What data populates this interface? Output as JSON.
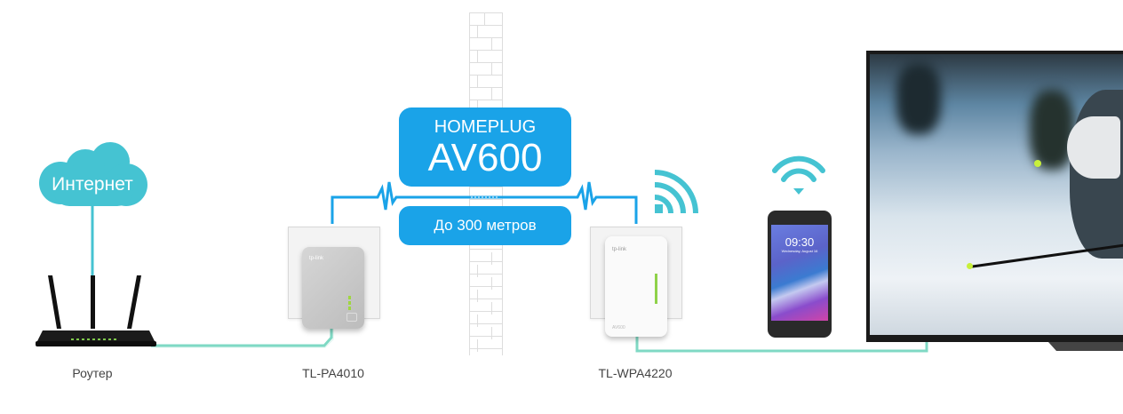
{
  "cloud": {
    "label": "Интернет"
  },
  "router": {
    "label": "Роутер"
  },
  "banner": {
    "line1": "HOMEPLUG",
    "line2": "AV600"
  },
  "range": {
    "label": "До 300 метров"
  },
  "adapter1": {
    "model": "TL-PA4010",
    "brand": "tp-link"
  },
  "adapter2": {
    "model": "TL-WPA4220",
    "brand": "tp-link",
    "sub": "AV600"
  },
  "phone": {
    "time": "09:30",
    "date": "Wednesday, August 16"
  },
  "colors": {
    "accent": "#1aa3e8",
    "teal": "#45c3d2",
    "cable": "#7fd9c4"
  }
}
